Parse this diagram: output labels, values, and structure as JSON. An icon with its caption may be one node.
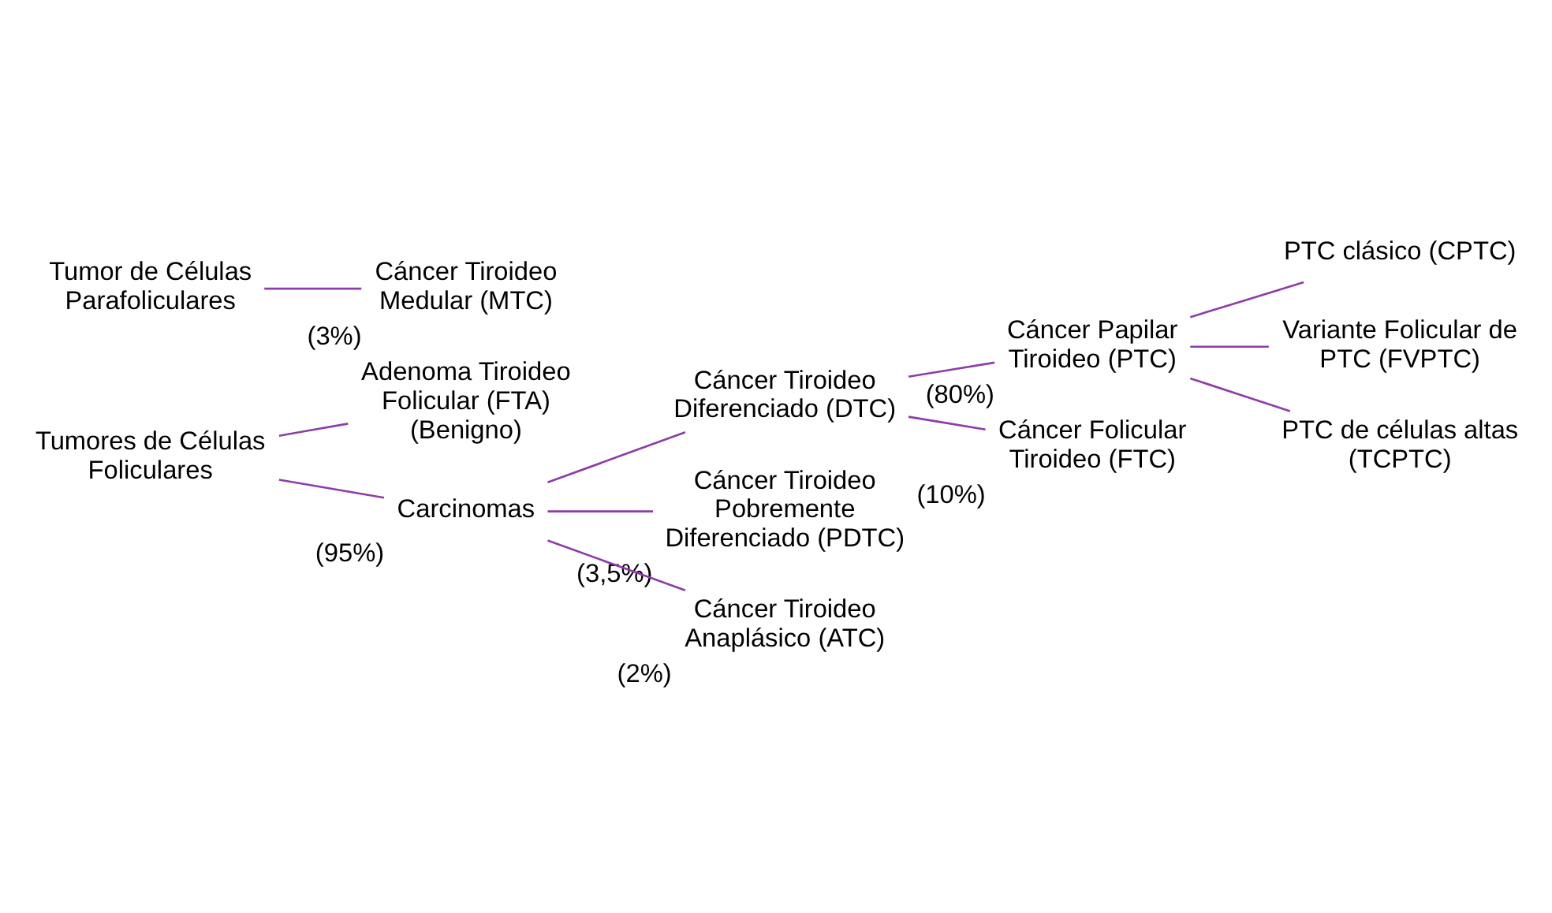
{
  "diagram": {
    "nodes": [
      {
        "text": [
          "Tumores de Células Foliculares"
        ]
      },
      {
        "text": [
          "Adenoma Tiroideo Folicular (FTA) (Benigno)"
        ]
      },
      {
        "text": [
          "Carcinomas"
        ],
        "beside": [
          "(95%)"
        ]
      },
      {
        "text": [
          "Cáncer Tiroideo Diferenciado (DTC)"
        ]
      },
      {
        "text": [
          "Cáncer Tiroideo Pobremente Diferenciado (PDTC)"
        ],
        "beside": [
          "(3,5%)"
        ]
      },
      {
        "text": [
          "Cáncer Tiroideo Anaplásico (ATC)"
        ],
        "beside": [
          "(2%)"
        ]
      },
      {
        "text": [
          "Cáncer Papilar Tiroideo (PTC)"
        ],
        "beside": [
          "(80%)"
        ]
      },
      {
        "text": [
          "Cáncer Folicular Tiroideo (FTC)"
        ],
        "beside": [
          "(10%)"
        ]
      },
      {
        "text": [
          "PTC clásico (CPTC)"
        ]
      },
      {
        "text": [
          "Variante Folicular de PTC (FVPTC)"
        ]
      },
      {
        "text": [
          "PTC de células altas (TCPTC)"
        ]
      },
      {
        "text": [
          "Tumor de Células Parafoliculares"
        ]
      },
      {
        "text": [
          "Cáncer Tiroideo Medular (MTC)"
        ],
        "beside": [
          "(3%)"
        ]
      }
    ],
    "edges": [
      {
        "from": 0,
        "to": 1,
        "arrow": "none"
      },
      {
        "from": 0,
        "to": 2,
        "arrow": "none"
      },
      {
        "from": 2,
        "to": 3,
        "arrow": "none"
      },
      {
        "from": 2,
        "to": 4,
        "arrow": "none"
      },
      {
        "from": 2,
        "to": 5,
        "arrow": "none"
      },
      {
        "from": 3,
        "to": 6,
        "arrow": "none"
      },
      {
        "from": 3,
        "to": 7,
        "arrow": "none"
      },
      {
        "from": 6,
        "to": 8,
        "arrow": "none"
      },
      {
        "from": 6,
        "to": 9,
        "arrow": "none"
      },
      {
        "from": 6,
        "to": 10,
        "arrow": "none"
      },
      {
        "from": 11,
        "to": 12,
        "arrow": "none"
      }
    ]
  }
}
